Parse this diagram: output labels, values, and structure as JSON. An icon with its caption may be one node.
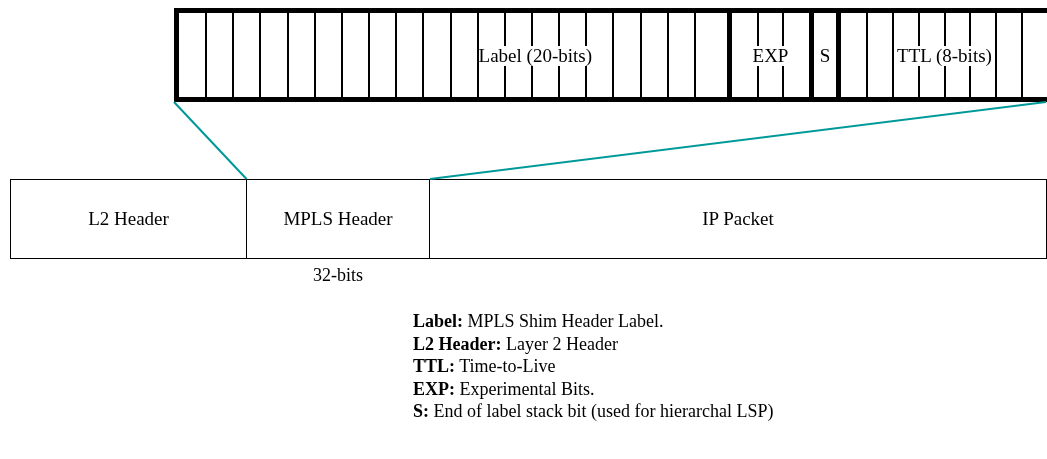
{
  "diagram": {
    "nodes": [
      {
        "text": [],
        "shape": "bar"
      },
      {
        "text": [
          "Label (20-bits)"
        ],
        "in": 0
      },
      {
        "text": [
          "EXP"
        ],
        "in": 0
      },
      {
        "text": [
          "S"
        ],
        "in": 0
      },
      {
        "text": [
          "TTL (8-bits)"
        ],
        "in": 0
      },
      {
        "text": [
          "L2 Header"
        ]
      },
      {
        "text": [
          "MPLS Header"
        ],
        "beside": [
          "32-bits"
        ]
      },
      {
        "text": [
          "IP Packet"
        ]
      }
    ],
    "edges": [
      {
        "from": 0,
        "to": 6,
        "arrow": "none",
        "color": "#009999"
      },
      {
        "from": 0,
        "to": 6,
        "arrow": "none",
        "color": "#009999"
      }
    ],
    "labels": [
      "**Label:** MPLS Shim Header Label.",
      "**L2 Header:** Layer 2 Header",
      "**TTL:** Time-to-Live",
      "**EXP:** Experimental Bits.",
      "**S:** End of label stack bit (used for hierarchal LSP)"
    ]
  }
}
